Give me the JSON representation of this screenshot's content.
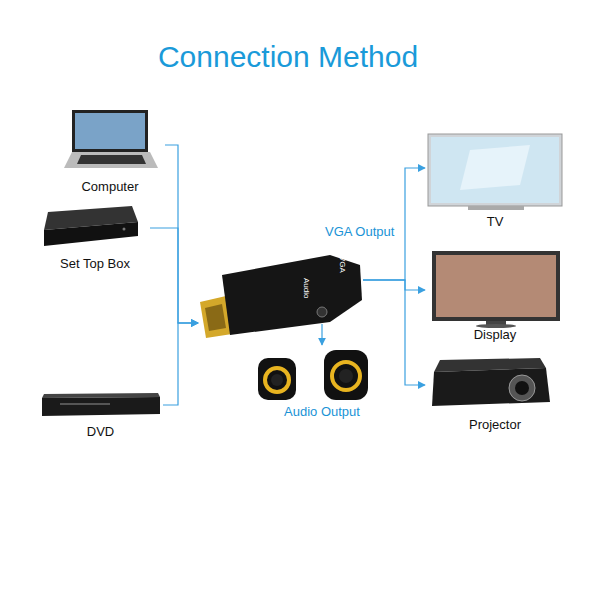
{
  "diagram": {
    "title": "Connection Method",
    "nodes": [
      {
        "text": [
          "Computer"
        ]
      },
      {
        "text": [
          "Set Top Box"
        ]
      },
      {
        "text": [
          "DVD"
        ]
      },
      {
        "text": [
          "VGA",
          "Audio"
        ]
      },
      {
        "text": [
          "TV"
        ]
      },
      {
        "text": [
          "Display"
        ]
      },
      {
        "text": [
          "Projector"
        ]
      },
      {
        "text": [
          "Audio Output"
        ]
      }
    ],
    "edges": [
      {
        "from": 0,
        "to": 3,
        "arrow": "to"
      },
      {
        "from": 1,
        "to": 3,
        "arrow": "to"
      },
      {
        "from": 2,
        "to": 3,
        "arrow": "to"
      },
      {
        "from": 3,
        "to": 4,
        "arrow": "to"
      },
      {
        "from": 3,
        "to": 5,
        "arrow": "to"
      },
      {
        "from": 3,
        "to": 6,
        "arrow": "to"
      },
      {
        "from": 3,
        "to": 7,
        "arrow": "to"
      }
    ],
    "labels": [
      "VGA Output"
    ]
  }
}
